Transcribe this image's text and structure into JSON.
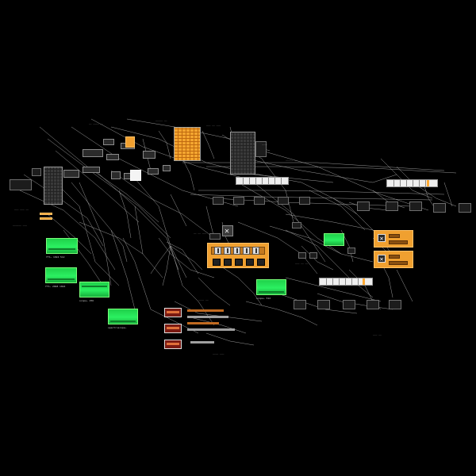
{
  "app": {
    "view": "patcher",
    "canvas_bg": "#000000"
  },
  "colors": {
    "cable": "#c9c9c9",
    "object_fill": "#2b2b2b",
    "object_border": "#8a8a8a",
    "scope_green": "#2bf061",
    "panel_orange": "#f0a030",
    "keyboard_white": "#eeeeee",
    "keyboard_highlight": "#ffaa33"
  },
  "icons": {
    "close": "✕"
  },
  "scope_labels": [
    "fft~ 1024 512",
    "fft~ 2048 1024",
    "scope~ 256",
    "spectroscope~",
    "scope~ 512"
  ],
  "orange_panels": [
    {
      "name": "sequencer-grid"
    },
    {
      "name": "step-sequencer-bank",
      "steps": 5
    },
    {
      "name": "voice-panel-1"
    },
    {
      "name": "voice-panel-2"
    }
  ],
  "keyboards": [
    {
      "name": "kslider-1",
      "highlight_fraction": null
    },
    {
      "name": "kslider-2",
      "highlight_fraction": 0.9
    },
    {
      "name": "kslider-3",
      "highlight_fraction": 0.85
    }
  ],
  "red_toggles": 3
}
